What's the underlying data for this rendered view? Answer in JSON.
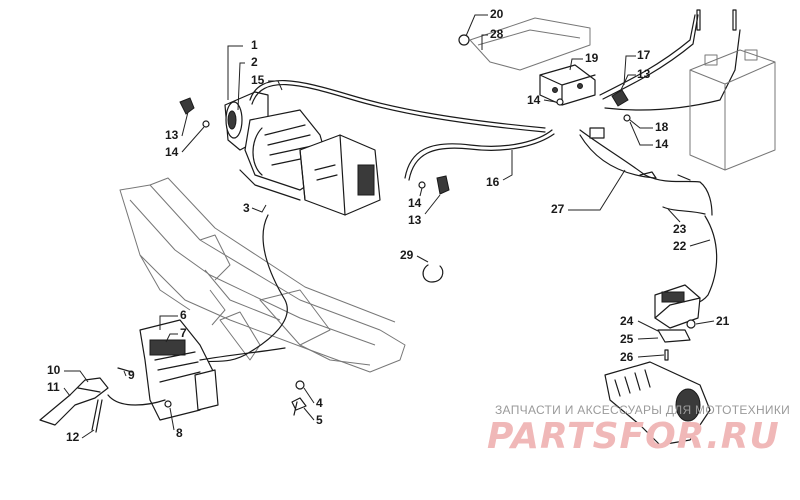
{
  "callouts": [
    {
      "id": "c1",
      "text": "1"
    },
    {
      "id": "c2",
      "text": "2"
    },
    {
      "id": "c3",
      "text": "3"
    },
    {
      "id": "c4",
      "text": "4"
    },
    {
      "id": "c5",
      "text": "5"
    },
    {
      "id": "c6",
      "text": "6"
    },
    {
      "id": "c7",
      "text": "7"
    },
    {
      "id": "c8",
      "text": "8"
    },
    {
      "id": "c9",
      "text": "9"
    },
    {
      "id": "c10",
      "text": "10"
    },
    {
      "id": "c11",
      "text": "11"
    },
    {
      "id": "c12",
      "text": "12"
    },
    {
      "id": "c13a",
      "text": "13"
    },
    {
      "id": "c14a",
      "text": "14"
    },
    {
      "id": "c15",
      "text": "15"
    },
    {
      "id": "c14b",
      "text": "14"
    },
    {
      "id": "c13b",
      "text": "13"
    },
    {
      "id": "c16",
      "text": "16"
    },
    {
      "id": "c20",
      "text": "20"
    },
    {
      "id": "c28",
      "text": "28"
    },
    {
      "id": "c19",
      "text": "19"
    },
    {
      "id": "c14c",
      "text": "14"
    },
    {
      "id": "c17",
      "text": "17"
    },
    {
      "id": "c13c",
      "text": "13"
    },
    {
      "id": "c18",
      "text": "18"
    },
    {
      "id": "c14d",
      "text": "14"
    },
    {
      "id": "c27",
      "text": "27"
    },
    {
      "id": "c23",
      "text": "23"
    },
    {
      "id": "c22",
      "text": "22"
    },
    {
      "id": "c29",
      "text": "29"
    },
    {
      "id": "c24",
      "text": "24"
    },
    {
      "id": "c21",
      "text": "21"
    },
    {
      "id": "c25",
      "text": "25"
    },
    {
      "id": "c26",
      "text": "26"
    }
  ],
  "watermark": {
    "line": "ЗАПЧАСТИ И АКСЕССУАРЫ ДЛЯ МОТОТЕХНИКИ",
    "brand": "PARTSFOR.RU"
  },
  "colors": {
    "ink": "#1a1a1a",
    "watermark_brand": "#f0b8b8",
    "watermark_text": "#9a9a9a"
  }
}
